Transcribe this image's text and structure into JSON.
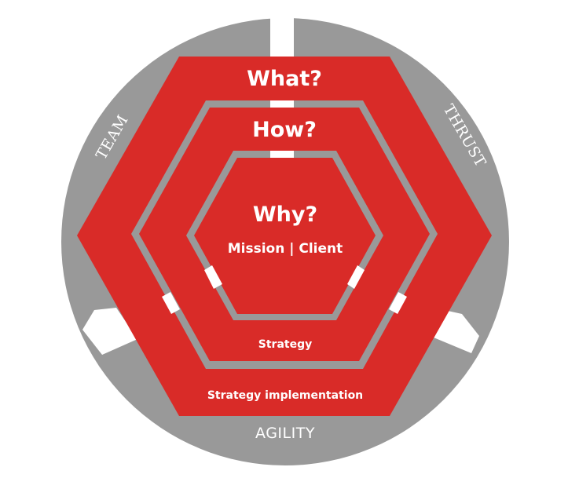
{
  "colors": {
    "red": "#d92b28",
    "gray": "#999999",
    "white": "#ffffff"
  },
  "center": {
    "title": "Why?",
    "subtitle": "Mission | Client"
  },
  "middle": {
    "title": "How?",
    "caption": "Strategy"
  },
  "outer": {
    "title": "What?",
    "caption": "Strategy implementation"
  },
  "ring": {
    "team": "TEAM",
    "thrust": "THRUST",
    "agility": "AGILITY"
  }
}
